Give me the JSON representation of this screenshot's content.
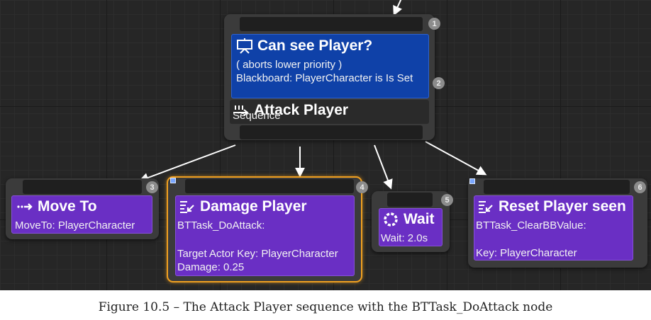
{
  "nodes": {
    "root": {
      "badge": "1",
      "decorator": {
        "title": "Can see Player?",
        "line1": "( aborts lower priority )",
        "line2": "Blackboard: PlayerCharacter is Is Set",
        "badge": "2"
      },
      "composite": {
        "title": "Attack Player",
        "type": "Sequence"
      }
    },
    "move_to": {
      "badge": "3",
      "title": "Move To",
      "line1": "MoveTo: PlayerCharacter"
    },
    "damage_player": {
      "badge": "4",
      "title": "Damage Player",
      "line1": "BTTask_DoAttack:",
      "line2": "Target Actor Key: PlayerCharacter",
      "line3": "Damage: 0.25"
    },
    "wait": {
      "badge": "5",
      "title": "Wait",
      "line1": "Wait: 2.0s"
    },
    "reset_player_seen": {
      "badge": "6",
      "title": "Reset Player seen",
      "line1": "BTTask_ClearBBValue:",
      "line2": "Key: PlayerCharacter"
    }
  },
  "caption": "Figure 10.5 – The Attack Player sequence with the BTTask_DoAttack node",
  "colors": {
    "canvas": "#262626",
    "decorator": "#0f41a8",
    "task": "#6a2fc4",
    "selected_outline": "#f0a020",
    "wire": "#ffffff"
  }
}
